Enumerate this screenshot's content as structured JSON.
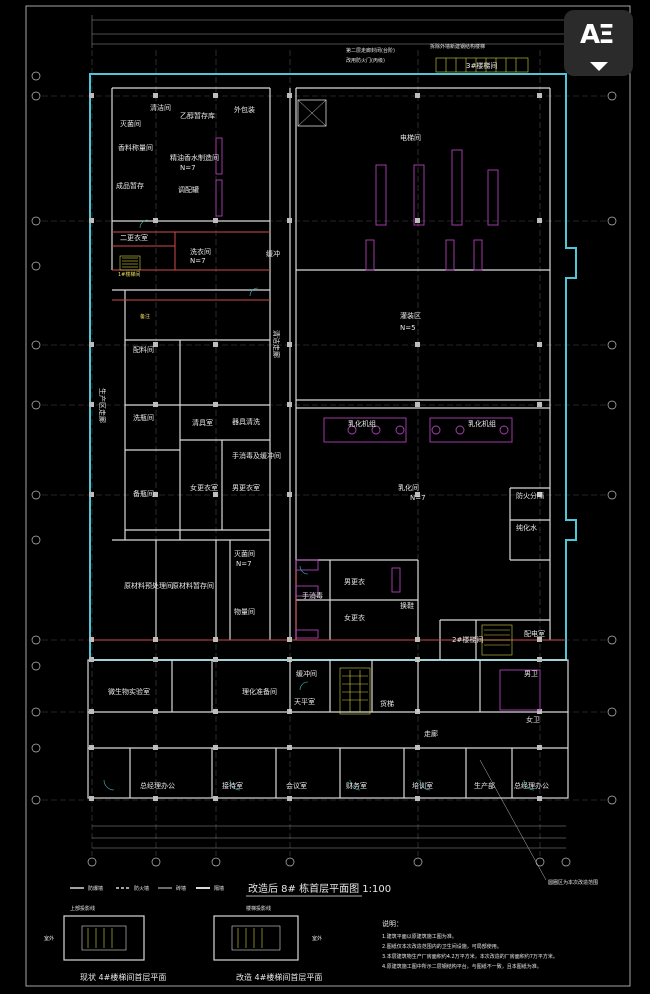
{
  "toolbar": {
    "reader_icon": "reader-mode-icon",
    "reader_glyph": "AΞ"
  },
  "colors": {
    "background": "#000000",
    "walls": "#d9d9d9",
    "red_walls": "#d04a4a",
    "equipment": "#b040b8",
    "glass": "#4ec6d6",
    "stair": "#d8d040"
  },
  "notes_top": {
    "line1": "第二层走廊封闭(台阶)",
    "line2": "改用防火门(丙级)",
    "line3": "拆除外墙新建钢结构楼梯",
    "stair3": "3#楼梯间"
  },
  "grid_left": [
    "Ⓝ",
    "Ⓜ",
    "Ⓛ",
    "Ⓚ",
    "Ⓙ",
    "Ⓗ",
    "Ⓖ",
    "Ⓕ",
    "Ⓔ",
    "Ⓓ",
    "Ⓒ",
    "Ⓑ",
    "Ⓐ"
  ],
  "grid_top": [
    "①",
    "②",
    "③",
    "④",
    "⑤",
    "⑥",
    "⑦"
  ],
  "rooms": {
    "r1": "清洁间",
    "r2": "乙醇暂存库",
    "r3": "外包装",
    "r4": "灭菌间",
    "r5": "精油香水制造间",
    "n7a": "N=7",
    "r6": "香料称量间",
    "r7": "调配罐",
    "r8": "成品暂存",
    "r9": "1#楼梯间",
    "r10": "二更衣室",
    "r11": "洗衣间",
    "n7b": "N=7",
    "r12": "缓冲",
    "r13": "备注",
    "r14": "配料间",
    "r15": "洗瓶间",
    "r16": "备瓶间",
    "r17": "清洁走廊",
    "r18": "生产区走廊",
    "r19": "灌装区",
    "n5": "N=5",
    "r20": "清具室",
    "r21": "器具清洗",
    "r22": "手消毒及缓冲间",
    "r23": "女更衣室",
    "r24": "男更衣室",
    "r25": "乳化机组",
    "r26": "乳化机组",
    "r27": "乳化间",
    "n7c": "N=7",
    "r28": "原材料预处理间",
    "r29": "原材料暂存间",
    "r30": "灭菌间",
    "n7d": "N=7",
    "r31": "物量间",
    "r32": "手消毒",
    "r33": "男更衣",
    "r34": "女更衣",
    "r35": "换鞋",
    "r36": "2#楼梯间",
    "r37": "配电室",
    "r38": "微生物实验室",
    "r39": "理化准备间",
    "r40": "天平室",
    "r41": "缓冲间",
    "r42": "走廊",
    "r43": "总经理办公",
    "r44": "接待室",
    "r45": "会议室",
    "r46": "财务室",
    "r47": "培训室",
    "r48": "生产部",
    "r49": "总经理办公",
    "r50": "男卫",
    "r51": "女卫",
    "r52": "电梯间",
    "r53": "防火分隔",
    "r54": "纯化水",
    "r55": "货梯"
  },
  "legend": {
    "a": "防爆墙",
    "b": "防火墙",
    "c": "砖墙",
    "d": "隔墙"
  },
  "main_title": "改造后 8# 栋首层平面图 1:100",
  "inset_note": "圆圈区为本次改造范围",
  "insets": {
    "left_title": "现状 4#楼梯间首层平面",
    "right_title": "改造 4#楼梯间首层平面",
    "left_top": "上部投影线",
    "right_top": "楼梯投影线",
    "label": "室外"
  },
  "notes": {
    "heading": "说明：",
    "n1": "1.建筑平面以原建筑施工图为准。",
    "n2": "2.图纸仅本次改造范围内的卫生间设施，可局部使用。",
    "n3": "3.本层建筑物生产厂房面积约4.2万平方米，本次改造的厂房面积约7万平方米。",
    "n4": "4.原建筑施工图中所示二层钢结构平台。与图纸不一致，且本图纸为准。"
  }
}
